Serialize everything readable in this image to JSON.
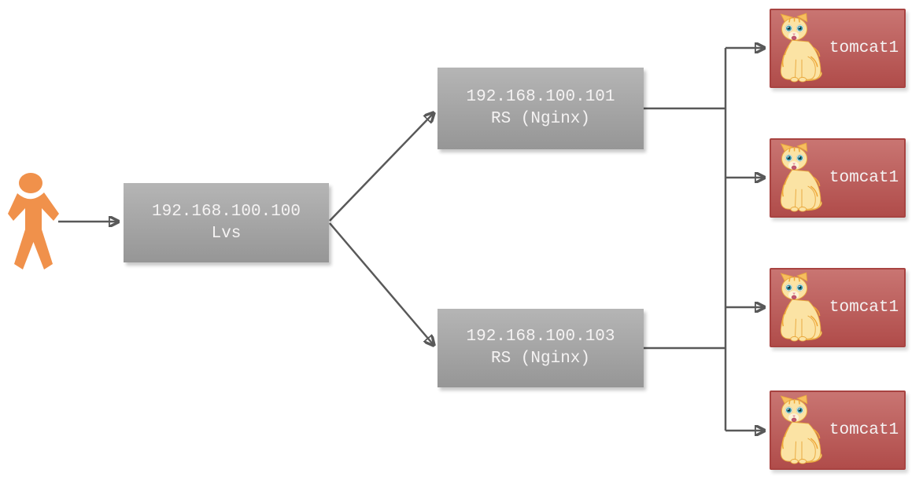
{
  "diagram": {
    "type": "lvs-load-balancing-topology",
    "colors": {
      "node_gray_top": "#B5B5B5",
      "node_gray_bottom": "#969696",
      "node_red_top": "#C97572",
      "node_red_bottom": "#B04C4A",
      "node_red_border": "#A84341",
      "arrow": "#595959",
      "person_orange": "#F0914B",
      "bg": "#FFFFFF",
      "node_text": "#F5F3F3"
    },
    "icons": {
      "client": "person-icon",
      "tomcat": "cat-icon"
    },
    "nodes": {
      "lvs": {
        "ip": "192.168.100.100",
        "role": "Lvs"
      },
      "nginx1": {
        "ip": "192.168.100.101",
        "role": "RS (Nginx)"
      },
      "nginx2": {
        "ip": "192.168.100.103",
        "role": "RS (Nginx)"
      },
      "tomcats": [
        {
          "label": "tomcat1"
        },
        {
          "label": "tomcat1"
        },
        {
          "label": "tomcat1"
        },
        {
          "label": "tomcat1"
        }
      ]
    },
    "edges": [
      "client -> lvs",
      "lvs -> nginx1",
      "lvs -> nginx2",
      "nginx1 -> tomcats",
      "nginx2 -> tomcats"
    ]
  }
}
